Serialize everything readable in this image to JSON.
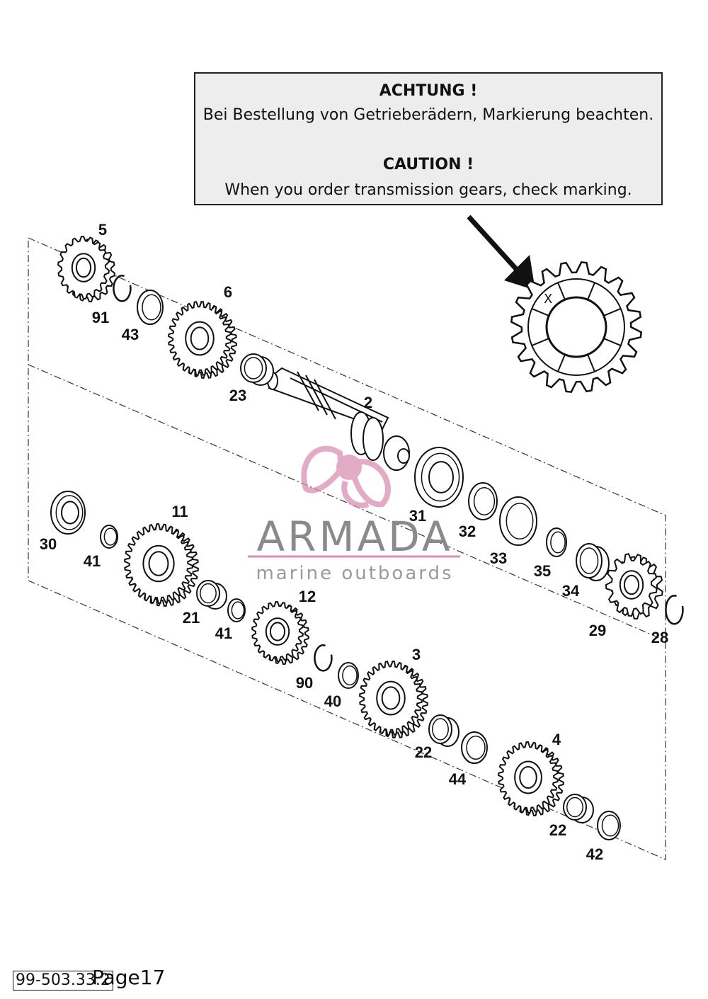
{
  "notice": {
    "de_heading": "ACHTUNG !",
    "de_text": "Bei Bestellung von Getrieberädern, Markierung beachten.",
    "en_heading": "CAUTION !",
    "en_text": "When you order transmission gears, check marking."
  },
  "gear_marking": "X",
  "watermark": {
    "title": "ARMADA",
    "subtitle": "marine outboards",
    "color": "#d98fb3"
  },
  "footer": {
    "code": "99-503.33.2",
    "page": "Page17"
  },
  "parts": [
    {
      "id": "p5",
      "label": "5",
      "icon": "gear-icon"
    },
    {
      "id": "p91",
      "label": "91",
      "icon": "circlip-icon"
    },
    {
      "id": "p43",
      "label": "43",
      "icon": "washer-icon"
    },
    {
      "id": "p6",
      "label": "6",
      "icon": "gear-icon"
    },
    {
      "id": "p23",
      "label": "23",
      "icon": "bushing-icon"
    },
    {
      "id": "p2",
      "label": "2",
      "icon": "shaft-icon"
    },
    {
      "id": "p31",
      "label": "31",
      "icon": "bearing-icon"
    },
    {
      "id": "p32",
      "label": "32",
      "icon": "washer-icon"
    },
    {
      "id": "p33",
      "label": "33",
      "icon": "seal-icon"
    },
    {
      "id": "p35",
      "label": "35",
      "icon": "o-ring-icon"
    },
    {
      "id": "p34",
      "label": "34",
      "icon": "bushing-icon"
    },
    {
      "id": "p29",
      "label": "29",
      "icon": "sprocket-icon"
    },
    {
      "id": "p28",
      "label": "28",
      "icon": "circlip-icon"
    },
    {
      "id": "p30",
      "label": "30",
      "icon": "bearing-icon"
    },
    {
      "id": "p41a",
      "label": "41",
      "icon": "washer-icon"
    },
    {
      "id": "p11",
      "label": "11",
      "icon": "gear-icon"
    },
    {
      "id": "p21",
      "label": "21",
      "icon": "bushing-icon"
    },
    {
      "id": "p41b",
      "label": "41",
      "icon": "washer-icon"
    },
    {
      "id": "p12",
      "label": "12",
      "icon": "gear-icon"
    },
    {
      "id": "p90",
      "label": "90",
      "icon": "circlip-icon"
    },
    {
      "id": "p40",
      "label": "40",
      "icon": "washer-icon"
    },
    {
      "id": "p3",
      "label": "3",
      "icon": "gear-icon"
    },
    {
      "id": "p22a",
      "label": "22",
      "icon": "bushing-icon"
    },
    {
      "id": "p44",
      "label": "44",
      "icon": "washer-icon"
    },
    {
      "id": "p4",
      "label": "4",
      "icon": "gear-icon"
    },
    {
      "id": "p22b",
      "label": "22",
      "icon": "bushing-icon"
    },
    {
      "id": "p42",
      "label": "42",
      "icon": "washer-icon"
    }
  ]
}
